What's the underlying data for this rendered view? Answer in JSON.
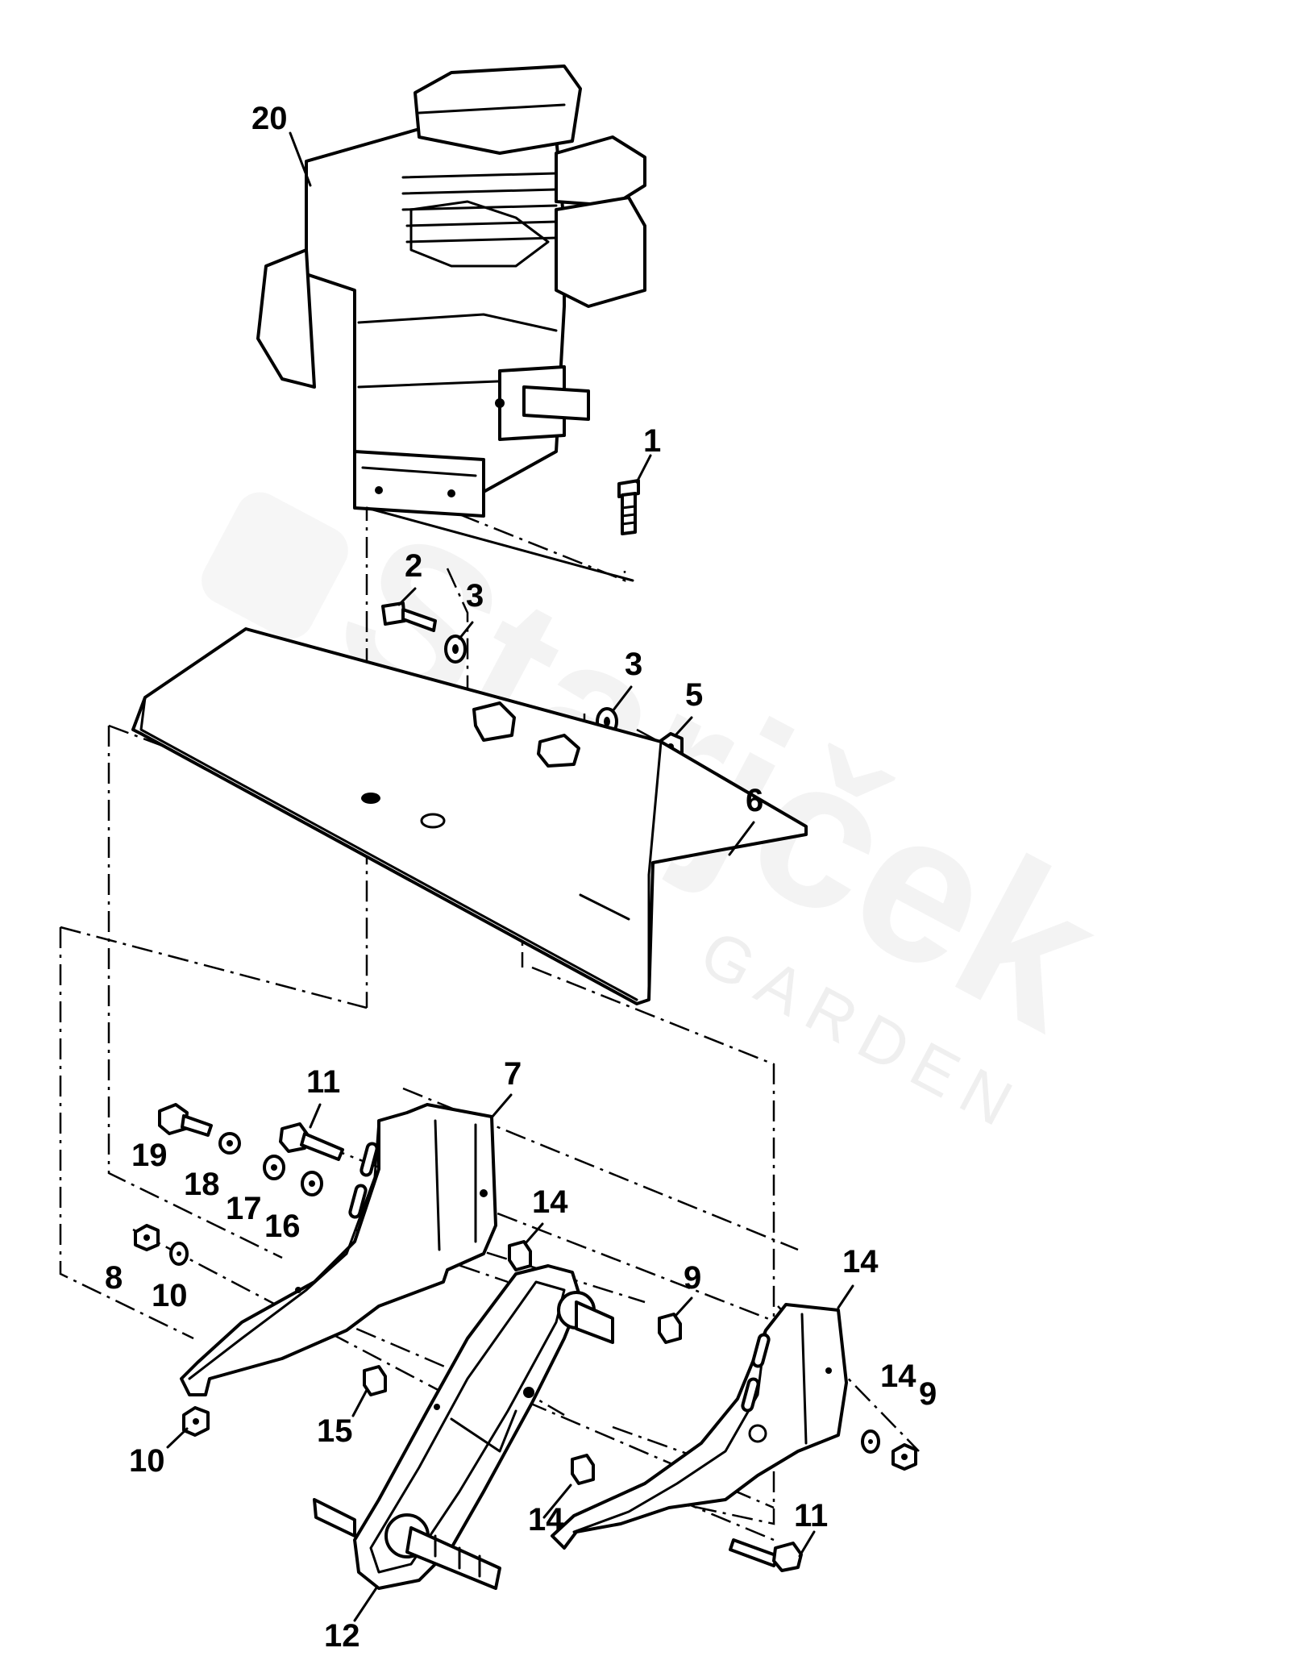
{
  "diagram": {
    "type": "exploded-parts-view",
    "callouts": [
      {
        "id": "c20",
        "label": "20"
      },
      {
        "id": "c1",
        "label": "1"
      },
      {
        "id": "c2",
        "label": "2"
      },
      {
        "id": "c3a",
        "label": "3"
      },
      {
        "id": "c3b",
        "label": "3"
      },
      {
        "id": "c5",
        "label": "5"
      },
      {
        "id": "c6",
        "label": "6"
      },
      {
        "id": "c11a",
        "label": "11"
      },
      {
        "id": "c7",
        "label": "7"
      },
      {
        "id": "c19",
        "label": "19"
      },
      {
        "id": "c18",
        "label": "18"
      },
      {
        "id": "c17",
        "label": "17"
      },
      {
        "id": "c16",
        "label": "16"
      },
      {
        "id": "c14a",
        "label": "14"
      },
      {
        "id": "c14b",
        "label": "14"
      },
      {
        "id": "c8",
        "label": "8"
      },
      {
        "id": "c10a",
        "label": "10"
      },
      {
        "id": "c9a",
        "label": "9"
      },
      {
        "id": "c14c",
        "label": "14"
      },
      {
        "id": "c9b",
        "label": "9"
      },
      {
        "id": "c10b",
        "label": "10"
      },
      {
        "id": "c15",
        "label": "15"
      },
      {
        "id": "c14d",
        "label": "14"
      },
      {
        "id": "c11b",
        "label": "11"
      },
      {
        "id": "c12",
        "label": "12"
      }
    ]
  },
  "watermark": {
    "brand": "Starjček",
    "tagline": "GARDEN"
  }
}
